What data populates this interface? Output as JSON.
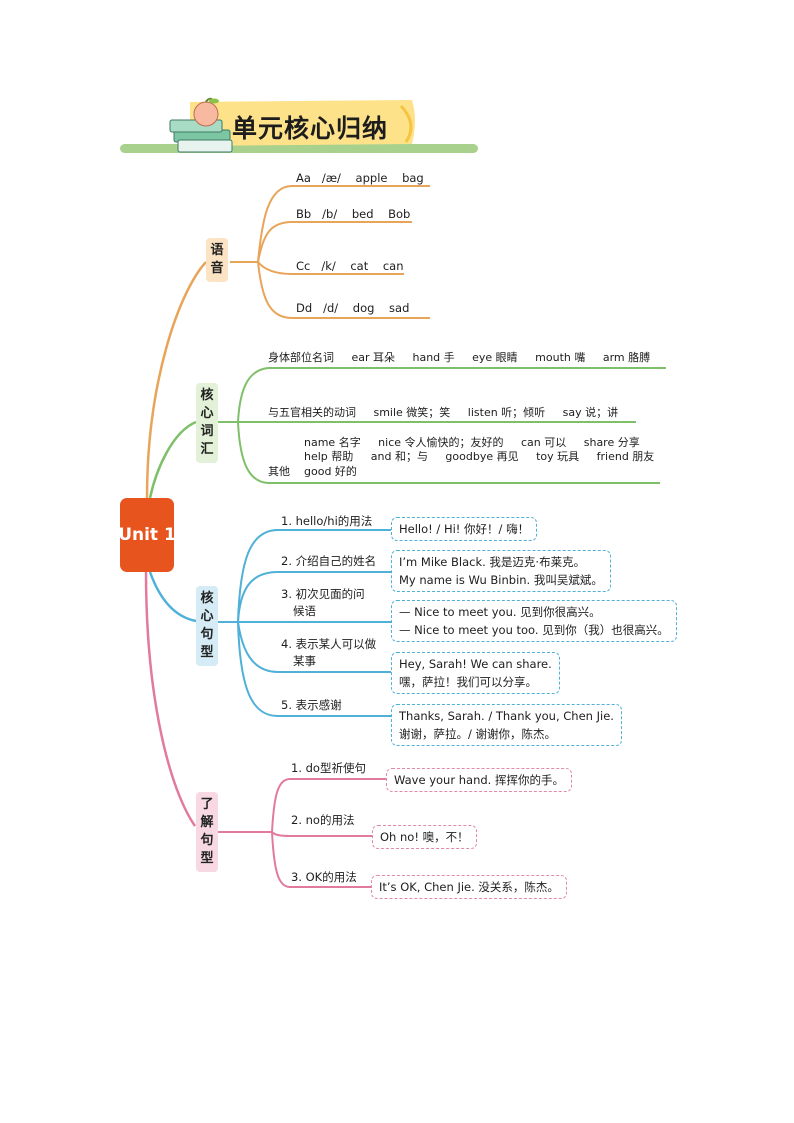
{
  "title": "单元核心归纳",
  "center": "Unit 1",
  "colors": {
    "center": "#e8541e",
    "phonics": "#e8a55a",
    "vocab": "#7ec06a",
    "sentence": "#4fb0d8",
    "understand": "#e27a9c",
    "title_bar": "#fde28a",
    "title_underline": "#a9d18e"
  },
  "icons": {
    "title_decoration": "books-apple-icon"
  },
  "branches": {
    "phonics": {
      "label": [
        "语",
        "音"
      ],
      "items": [
        "Aa   /æ/    apple    bag",
        "Bb   /b/    bed    Bob",
        "Cc   /k/    cat    can",
        "Dd   /d/    dog    sad"
      ]
    },
    "vocab": {
      "label": [
        "核",
        "心",
        "词",
        "汇"
      ],
      "items": [
        "身体部位名词     ear 耳朵     hand 手     eye 眼睛     mouth 嘴     arm 胳膊",
        "与五官相关的动词     smile 微笑；笑     listen 听；倾听     say 说；讲"
      ],
      "other_label": "其他",
      "other_lines": [
        "name 名字     nice 令人愉快的；友好的     can 可以     share 分享",
        "help 帮助     and 和；与     goodbye 再见     toy 玩具     friend 朋友",
        "good 好的"
      ]
    },
    "sentence": {
      "label": [
        "核",
        "心",
        "句",
        "型"
      ],
      "items": [
        {
          "head": [
            "1. hello/hi的用法"
          ],
          "example": [
            "Hello! / Hi! 你好！/ 嗨！"
          ]
        },
        {
          "head": [
            "2. 介绍自己的姓名"
          ],
          "example": [
            "I’m Mike Black. 我是迈克·布莱克。",
            "My name is Wu Binbin. 我叫吴斌斌。"
          ]
        },
        {
          "head": [
            "3. 初次见面的问",
            "候语"
          ],
          "example": [
            "— Nice to meet you. 见到你很高兴。",
            "— Nice to meet you too. 见到你（我）也很高兴。"
          ]
        },
        {
          "head": [
            "4. 表示某人可以做",
            "某事"
          ],
          "example": [
            "Hey, Sarah! We can share.",
            "嘿，萨拉！我们可以分享。"
          ]
        },
        {
          "head": [
            "5. 表示感谢"
          ],
          "example": [
            "Thanks, Sarah. / Thank you, Chen Jie.",
            "谢谢，萨拉。/ 谢谢你，陈杰。"
          ]
        }
      ]
    },
    "understand": {
      "label": [
        "了",
        "解",
        "句",
        "型"
      ],
      "items": [
        {
          "head": "1. do型祈使句",
          "example": "Wave your hand. 挥挥你的手。"
        },
        {
          "head": "2. no的用法",
          "example": "Oh no! 噢，不！"
        },
        {
          "head": "3. OK的用法",
          "example": "It’s OK, Chen Jie. 没关系，陈杰。"
        }
      ]
    }
  }
}
